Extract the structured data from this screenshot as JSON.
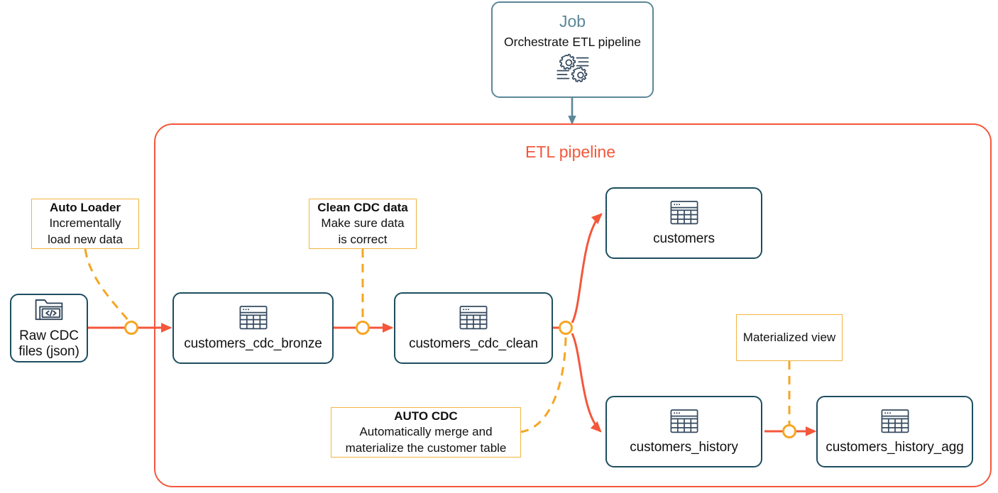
{
  "diagram": {
    "title": "ETL pipeline",
    "colors": {
      "accent_red": "#f4573b",
      "node_border": "#1d4e5f",
      "job_border": "#5c8799",
      "note_border": "#f3b53f",
      "connector_orange": "#f5a623",
      "text": "#111111"
    }
  },
  "job": {
    "title": "Job",
    "subtitle": "Orchestrate ETL pipeline",
    "icon": "gears-icon"
  },
  "pipeline": {
    "label": "ETL pipeline"
  },
  "nodes": [
    {
      "id": "raw-cdc-files",
      "label_line1": "Raw CDC",
      "label_line2": "files (json)",
      "icon": "folder-code-icon"
    },
    {
      "id": "customers-cdc-bronze",
      "label_line1": "customers_cdc_bronze",
      "label_line2": "",
      "icon": "table-icon"
    },
    {
      "id": "customers-cdc-clean",
      "label_line1": "customers_cdc_clean",
      "label_line2": "",
      "icon": "table-icon"
    },
    {
      "id": "customers",
      "label_line1": "customers",
      "label_line2": "",
      "icon": "table-icon"
    },
    {
      "id": "customers-history",
      "label_line1": "customers_history",
      "label_line2": "",
      "icon": "table-icon"
    },
    {
      "id": "customers-history-agg",
      "label_line1": "customers_history_agg",
      "label_line2": "",
      "icon": "table-icon"
    }
  ],
  "notes": [
    {
      "id": "auto-loader",
      "lines": [
        {
          "text": "Auto Loader",
          "bold": true
        },
        {
          "text": "Incrementally",
          "bold": false
        },
        {
          "text": "load new data",
          "bold": false
        }
      ]
    },
    {
      "id": "clean-cdc-data",
      "lines": [
        {
          "text": "Clean CDC data",
          "bold": true
        },
        {
          "text": "Make sure data",
          "bold": false
        },
        {
          "text": "is correct",
          "bold": false
        }
      ]
    },
    {
      "id": "auto-cdc",
      "lines": [
        {
          "text": "AUTO CDC",
          "bold": true
        },
        {
          "text": "Automatically merge and",
          "bold": false
        },
        {
          "text": "materialize the customer table",
          "bold": false
        }
      ]
    },
    {
      "id": "materialized-view",
      "lines": [
        {
          "text": "Materialized view",
          "bold": false
        }
      ]
    }
  ]
}
